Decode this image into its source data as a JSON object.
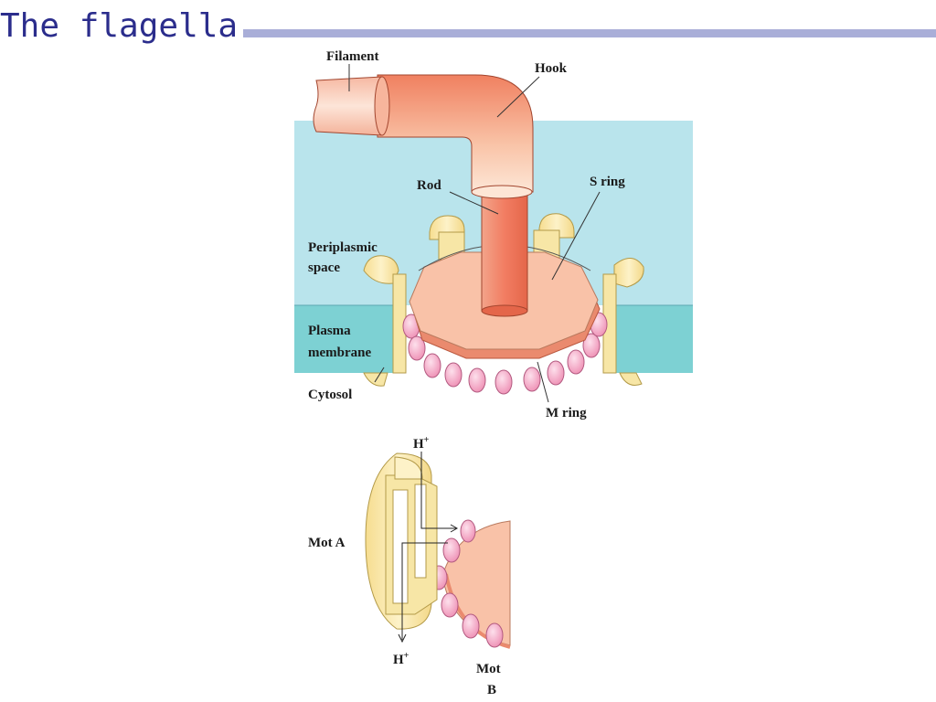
{
  "slide": {
    "title": "The flagella"
  },
  "diagram": {
    "labels": {
      "filament": "Filament",
      "hook": "Hook",
      "rod": "Rod",
      "s_ring": "S ring",
      "periplasmic_1": "Periplasmic",
      "periplasmic_2": "space",
      "plasma_1": "Plasma",
      "plasma_2": "membrane",
      "cytosol": "Cytosol",
      "m_ring": "M ring"
    },
    "detail": {
      "h_plus_top": "H",
      "h_plus_bottom": "H",
      "plus": "+",
      "mot_a": "Mot A",
      "mot_b_1": "Mot",
      "mot_b_2": "B"
    },
    "colors": {
      "periplasm": "#b9e4ec",
      "membrane": "#7dd1d3",
      "hook": "#f08060",
      "ring": "#f9c2a8",
      "motor": "#f7e6a6",
      "bead": "#f4a4c4"
    }
  }
}
